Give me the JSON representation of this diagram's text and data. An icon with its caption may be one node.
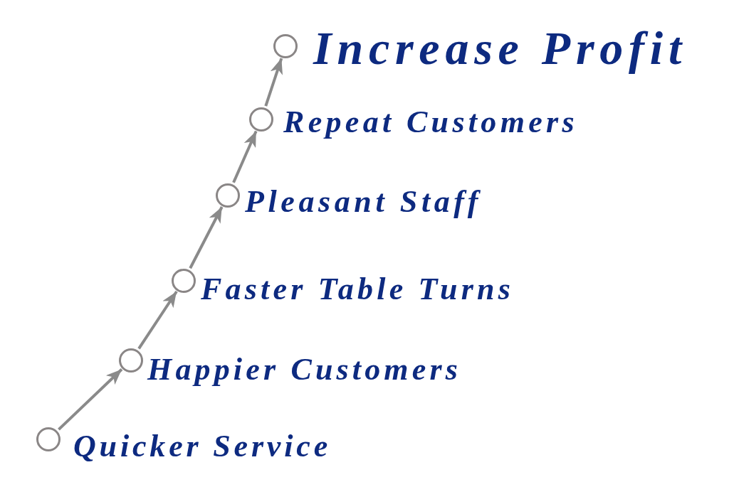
{
  "diagram": {
    "nodes": [
      {
        "text": [],
        "shape": "circle",
        "beside": [
          "Quicker Service"
        ]
      },
      {
        "text": [],
        "shape": "circle",
        "beside": [
          "Happier Customers"
        ]
      },
      {
        "text": [],
        "shape": "circle",
        "beside": [
          "Faster Table Turns"
        ]
      },
      {
        "text": [],
        "shape": "circle",
        "beside": [
          "Pleasant Staff"
        ]
      },
      {
        "text": [],
        "shape": "circle",
        "beside": [
          "Repeat Customers"
        ]
      },
      {
        "text": [],
        "shape": "circle",
        "beside": [
          "Increase Profit"
        ]
      }
    ],
    "edges": [
      {
        "from": 0,
        "to": 1,
        "arrow": "to"
      },
      {
        "from": 1,
        "to": 2,
        "arrow": "to"
      },
      {
        "from": 2,
        "to": 3,
        "arrow": "to"
      },
      {
        "from": 3,
        "to": 4,
        "arrow": "to"
      },
      {
        "from": 4,
        "to": 5,
        "arrow": "to"
      }
    ]
  }
}
